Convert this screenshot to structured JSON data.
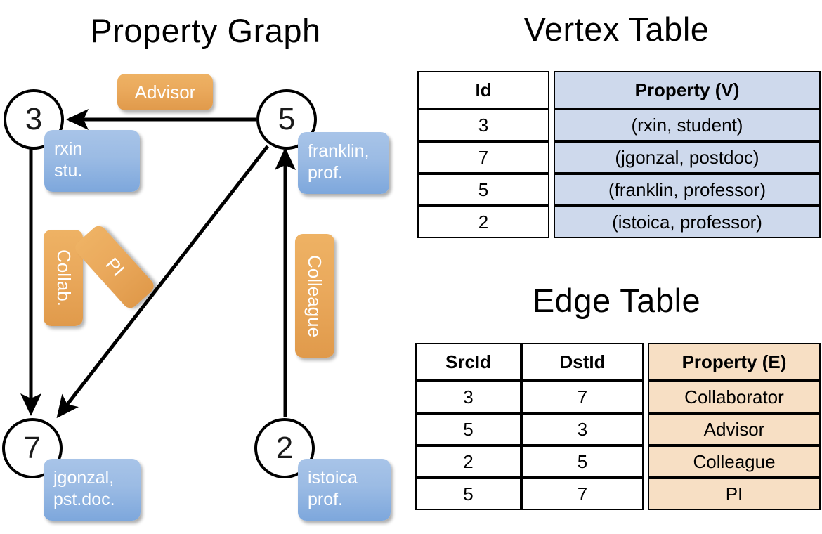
{
  "titles": {
    "property_graph": "Property Graph",
    "vertex_table": "Vertex Table",
    "edge_table": "Edge Table"
  },
  "graph": {
    "nodes": [
      {
        "id": "3",
        "label": "3",
        "property_line1": "rxin",
        "property_line2": "stu."
      },
      {
        "id": "5",
        "label": "5",
        "property_line1": "franklin,",
        "property_line2": "prof."
      },
      {
        "id": "7",
        "label": "7",
        "property_line1": "jgonzal,",
        "property_line2": "pst.doc."
      },
      {
        "id": "2",
        "label": "2",
        "property_line1": "istoica",
        "property_line2": "prof."
      }
    ],
    "edge_labels": {
      "advisor": "Advisor",
      "collab": "Collab.",
      "pi": "PI",
      "colleague": "Colleague"
    }
  },
  "vertex_table": {
    "headers": {
      "id": "Id",
      "property": "Property (V)"
    },
    "rows": [
      {
        "id": "3",
        "property": "(rxin, student)"
      },
      {
        "id": "7",
        "property": "(jgonzal, postdoc)"
      },
      {
        "id": "5",
        "property": "(franklin, professor)"
      },
      {
        "id": "2",
        "property": "(istoica, professor)"
      }
    ]
  },
  "edge_table": {
    "headers": {
      "src": "SrcId",
      "dst": "DstId",
      "property": "Property (E)"
    },
    "rows": [
      {
        "src": "3",
        "dst": "7",
        "property": "Collaborator"
      },
      {
        "src": "5",
        "dst": "3",
        "property": "Advisor"
      },
      {
        "src": "2",
        "dst": "5",
        "property": "Colleague"
      },
      {
        "src": "5",
        "dst": "7",
        "property": "PI"
      }
    ]
  },
  "colors": {
    "vertex_fill": "#ced9ec",
    "edge_fill": "#f7dfc4",
    "vertex_box": "#7da7dc",
    "edge_box": "#e09a4b",
    "stroke": "#000000",
    "background": "#ffffff"
  }
}
